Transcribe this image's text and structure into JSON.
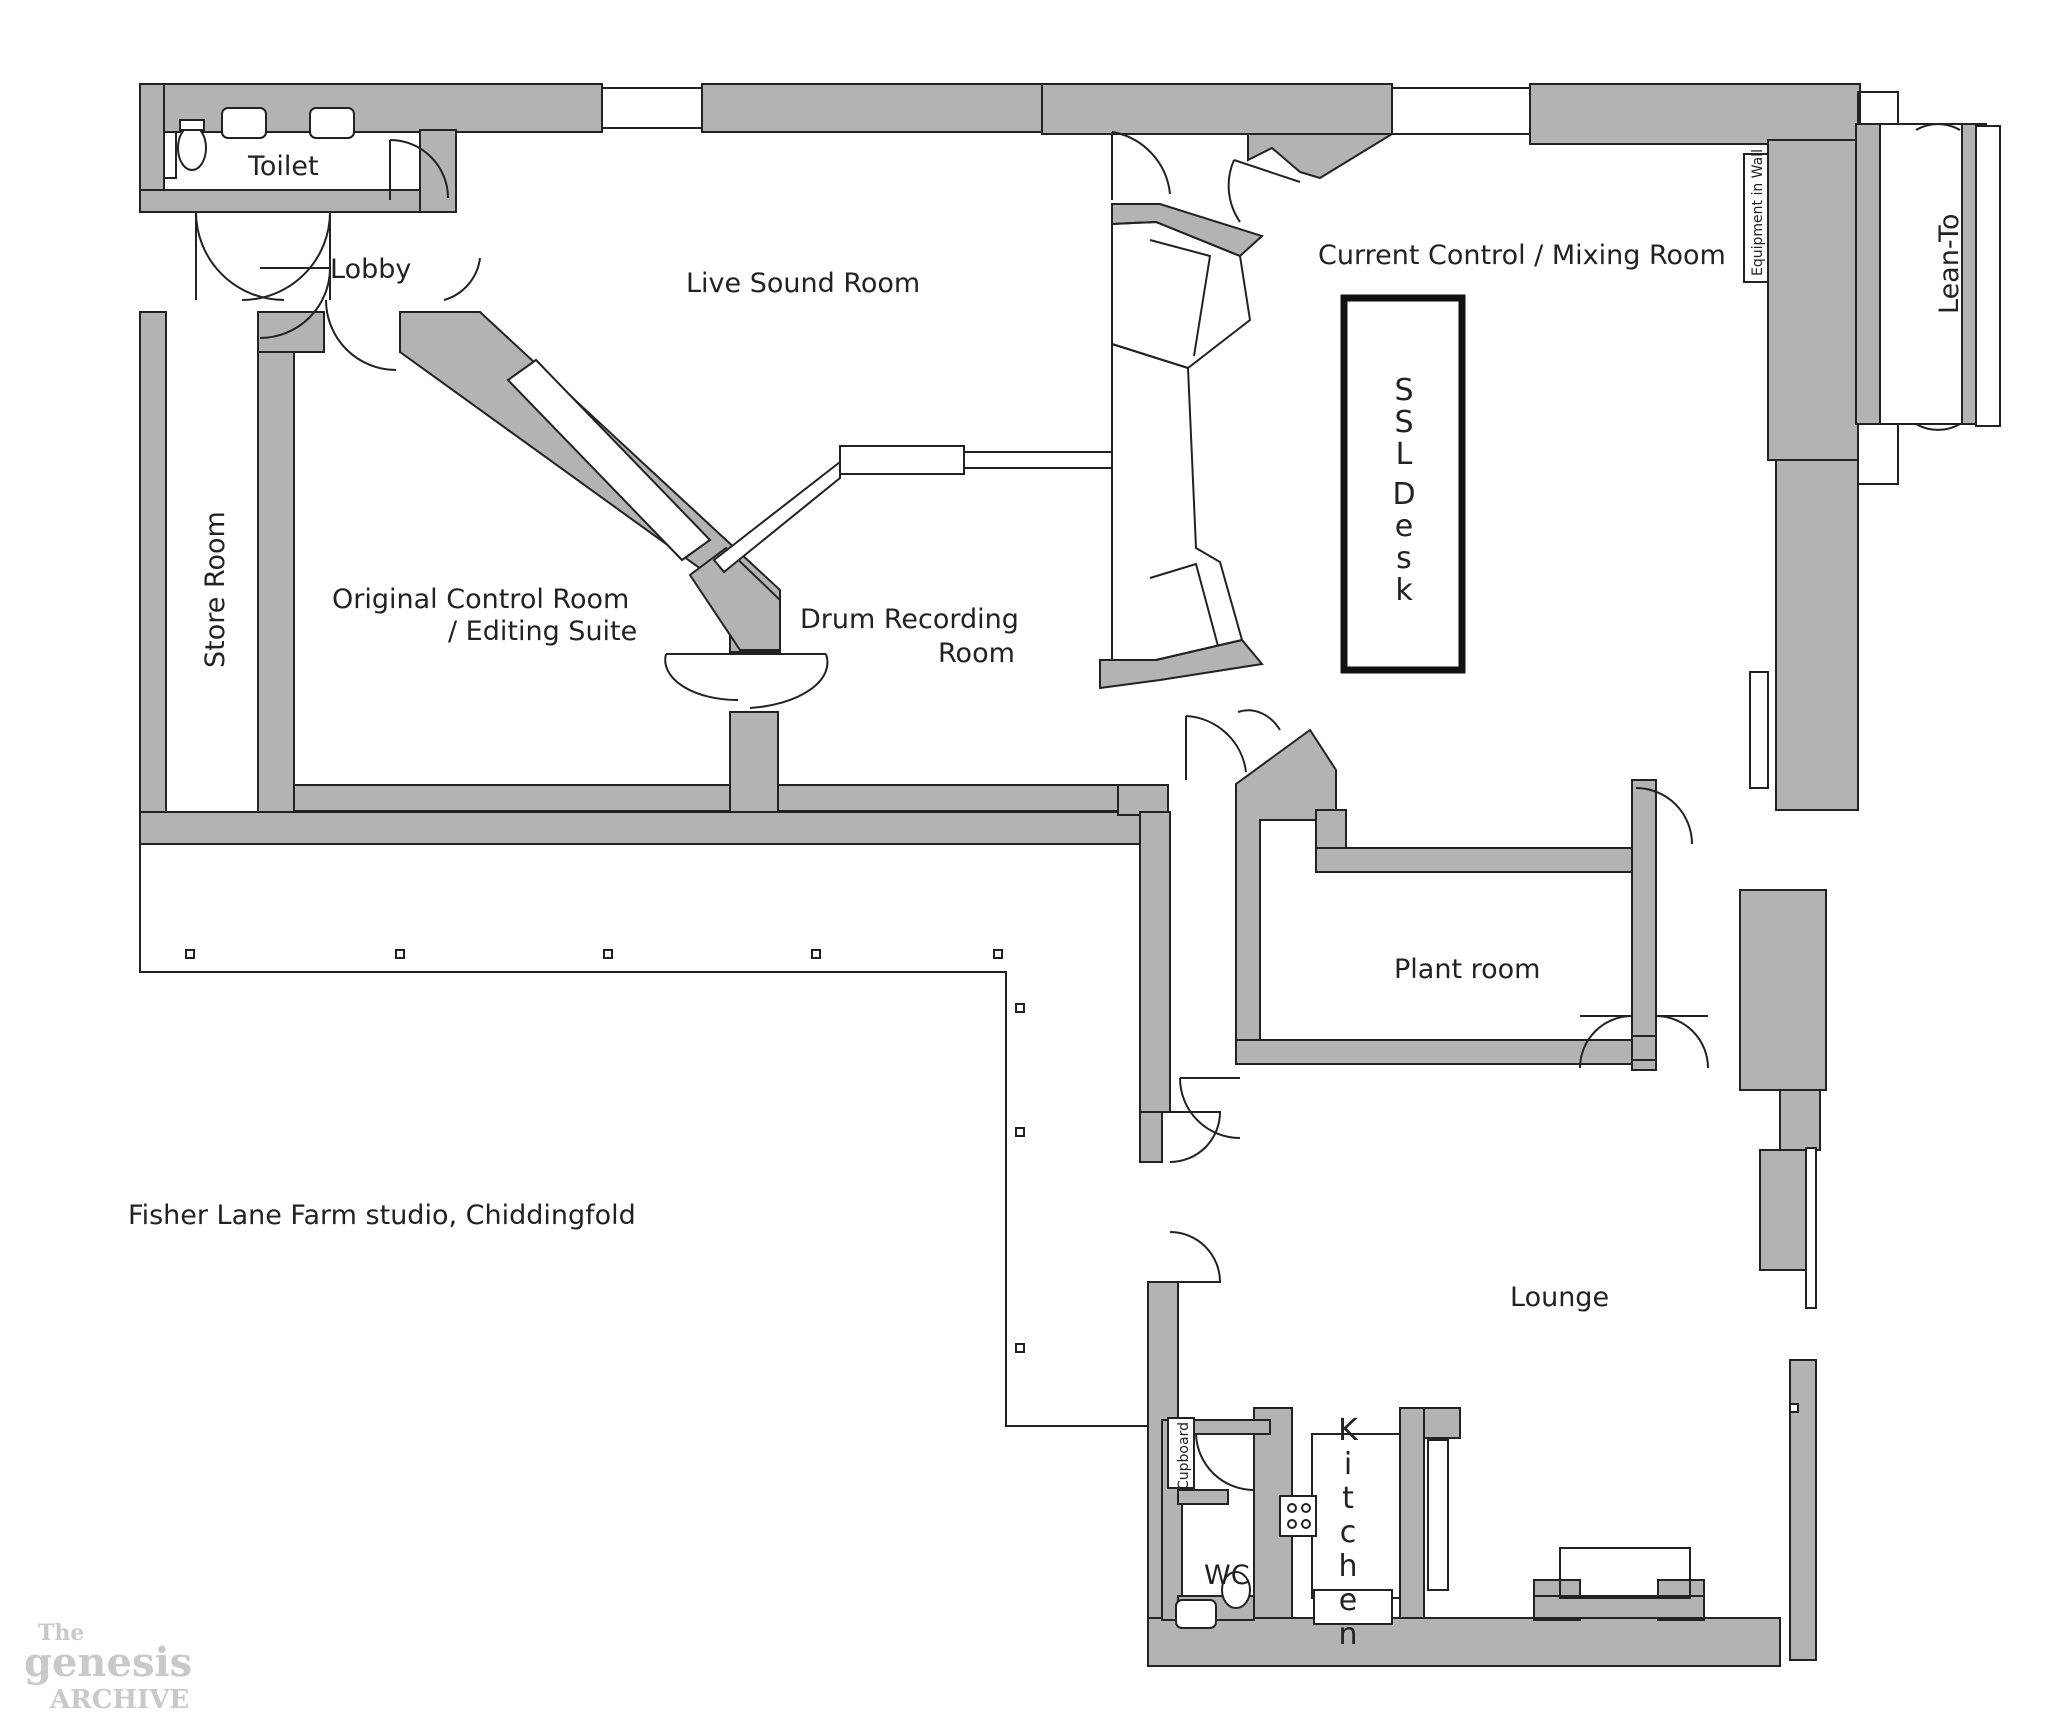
{
  "rooms": {
    "toilet": "Toilet",
    "lobby": "Lobby",
    "live_sound_room": "Live Sound Room",
    "current_control": "Current Control / Mixing Room",
    "equipment_in_wall": "Equipment in Wall",
    "lean_to": "Lean-To",
    "store_room": "Store Room",
    "original_control_line1": "Original Control Room",
    "original_control_line2": "/ Editing Suite",
    "drum_recording_line1": "Drum Recording",
    "drum_recording_line2": "Room",
    "plant_room": "Plant room",
    "lounge": "Lounge",
    "cupboard": "Cupboard",
    "wc": "WC"
  },
  "ssl_desk_letters": [
    "S",
    "S",
    "L",
    "D",
    "e",
    "s",
    "k"
  ],
  "kitchen_letters": [
    "K",
    "i",
    "t",
    "c",
    "h",
    "e",
    "n"
  ],
  "caption": "Fisher Lane Farm studio, Chiddingfold",
  "watermark": {
    "line1": "The",
    "line2": "genesis",
    "line3": "ARCHIVE"
  },
  "colors": {
    "wall_fill": "#b3b3b3",
    "line": "#222222",
    "background": "#ffffff"
  }
}
